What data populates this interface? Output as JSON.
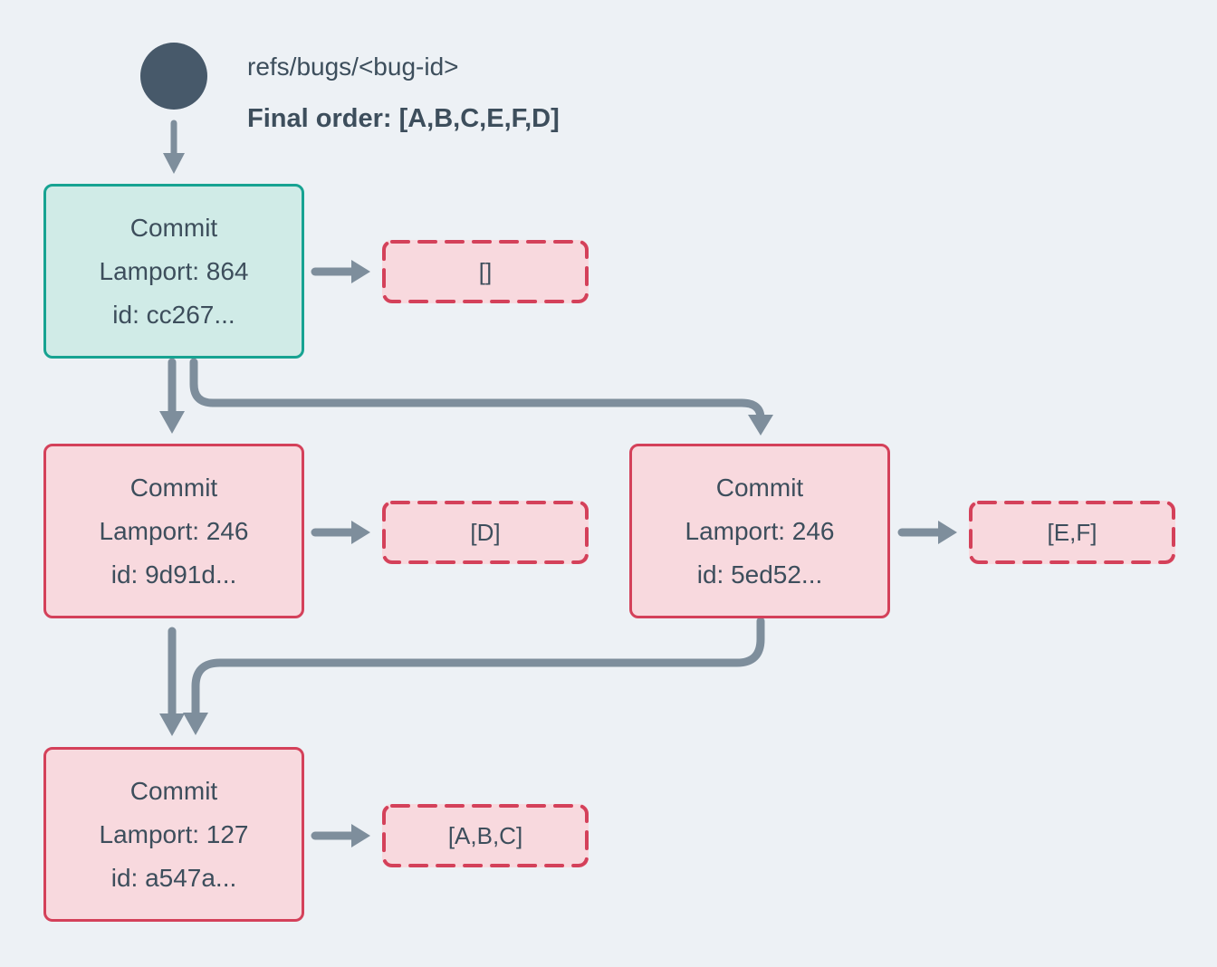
{
  "colors": {
    "background": "#edf1f5",
    "text": "#3d4e5c",
    "arrow": "#7e8e9c",
    "head_node": "#47596a",
    "teal_border": "#17a392",
    "teal_fill": "#d0ebe7",
    "red_border": "#d4415a",
    "pink_fill": "#f8d9de"
  },
  "header": {
    "ref_label": "refs/bugs/<bug-id>",
    "final_order": "Final order: [A,B,C,E,F,D]"
  },
  "commits": [
    {
      "title": "Commit",
      "lamport": "Lamport: 864",
      "id": "id: cc267...",
      "operations": "[]"
    },
    {
      "title": "Commit",
      "lamport": "Lamport: 246",
      "id": "id: 9d91d...",
      "operations": "[D]"
    },
    {
      "title": "Commit",
      "lamport": "Lamport: 246",
      "id": "id: 5ed52...",
      "operations": "[E,F]"
    },
    {
      "title": "Commit",
      "lamport": "Lamport: 127",
      "id": "id: a547a...",
      "operations": "[A,B,C]"
    }
  ]
}
